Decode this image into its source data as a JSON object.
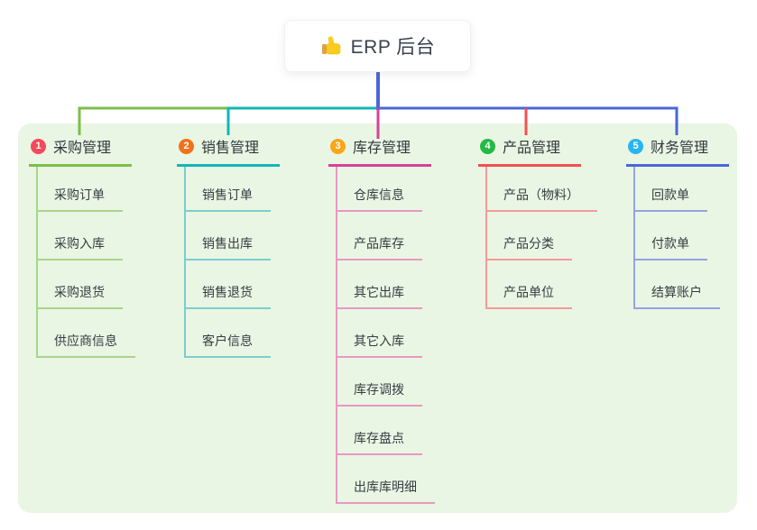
{
  "root": {
    "title": "ERP 后台",
    "icon": "thumbs-up-icon"
  },
  "colors": {
    "panel_bg": "#E9F6E4",
    "root_connector": "#4A67D8",
    "text": "#33373D"
  },
  "branches": [
    {
      "badge": "1",
      "label": "采购管理",
      "badge_color": "#F5495C",
      "line_color": "#7CBE49",
      "child_line_color": "#A9D48B",
      "children": [
        "采购订单",
        "采购入库",
        "采购退货",
        "供应商信息"
      ]
    },
    {
      "badge": "2",
      "label": "销售管理",
      "badge_color": "#F2711B",
      "line_color": "#12B6B6",
      "child_line_color": "#7BCFCB",
      "children": [
        "销售订单",
        "销售出库",
        "销售退货",
        "客户信息"
      ]
    },
    {
      "badge": "3",
      "label": "库存管理",
      "badge_color": "#F9A61A",
      "line_color": "#D4439A",
      "child_line_color": "#E898C2",
      "children": [
        "仓库信息",
        "产品库存",
        "其它出库",
        "其它入库",
        "库存调拨",
        "库存盘点",
        "出库库明细"
      ]
    },
    {
      "badge": "4",
      "label": "产品管理",
      "badge_color": "#23BA45",
      "line_color": "#F25050",
      "child_line_color": "#F59A98",
      "children": [
        "产品（物料）",
        "产品分类",
        "产品单位"
      ]
    },
    {
      "badge": "5",
      "label": "财务管理",
      "badge_color": "#28B5F0",
      "line_color": "#4A67D8",
      "child_line_color": "#92A4E2",
      "children": [
        "回款单",
        "付款单",
        "结算账户"
      ]
    }
  ]
}
